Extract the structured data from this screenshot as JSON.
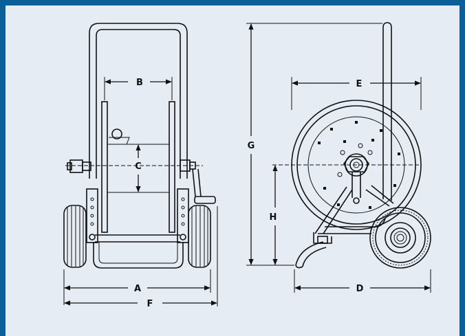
{
  "diagram": {
    "labels": {
      "a": "A",
      "b": "B",
      "c": "C",
      "d": "D",
      "e": "E",
      "f": "F",
      "g": "G",
      "h": "H"
    },
    "colors": {
      "frame": "#0a5f98",
      "background": "#e6ecf4",
      "line": "#111111"
    }
  }
}
